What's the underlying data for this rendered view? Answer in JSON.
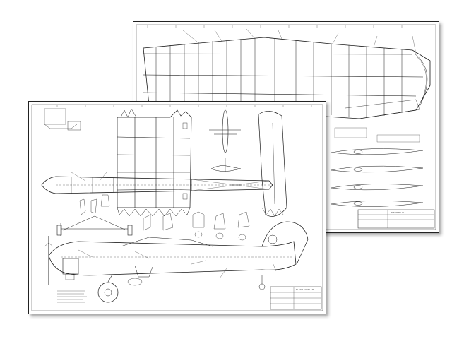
{
  "sheets": {
    "back": {
      "name": "wing-plan-sheet",
      "title_block": "PLANO DE ALA"
    },
    "front": {
      "name": "fuselage-plan-sheet",
      "title_block": "PLANO FUSELAJE"
    }
  },
  "colors": {
    "line": "#1a1a1a",
    "paper": "#ffffff",
    "shadow": "#888888"
  }
}
